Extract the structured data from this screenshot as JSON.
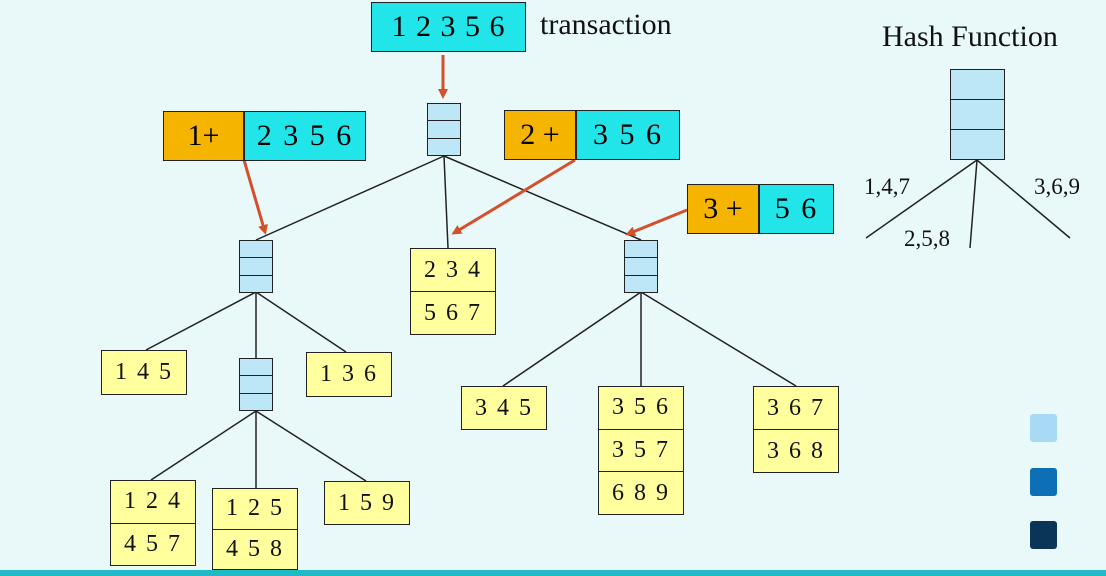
{
  "transaction": {
    "items": "1 2 3 5 6",
    "label": "transaction"
  },
  "hash_function": {
    "title": "Hash Function",
    "branches": {
      "left": "1,4,7",
      "middle": "2,5,8",
      "right": "3,6,9"
    }
  },
  "splits": [
    {
      "prefix": "1+",
      "suffix": "2 3 5 6"
    },
    {
      "prefix": "2 +",
      "suffix": "3 5 6"
    },
    {
      "prefix": "3 +",
      "suffix": "5 6"
    }
  ],
  "leaves": {
    "leaf_145": [
      "1 4 5"
    ],
    "leaf_136": [
      "1 3 6"
    ],
    "leaf_234_567": [
      "2 3 4",
      "5 6 7"
    ],
    "leaf_124_457": [
      "1 2 4",
      "4 5 7"
    ],
    "leaf_125_458": [
      "1 2 5",
      "4 5 8"
    ],
    "leaf_159": [
      "1 5 9"
    ],
    "leaf_345": [
      "3 4 5"
    ],
    "leaf_356_357_689": [
      "3 5 6",
      "3 5 7",
      "6 8 9"
    ],
    "leaf_367_368": [
      "3 6 7",
      "3 6 8"
    ]
  },
  "legend_colors": [
    "#a9daf5",
    "#0d6fb5",
    "#0b3558"
  ],
  "colors": {
    "background": "#e9f8f9",
    "transaction_fill": "#22e5ea",
    "prefix_fill": "#f5b400",
    "hash_node_fill": "#bde6f7",
    "leaf_fill": "#ffff9e",
    "arrow": "#d4502a"
  }
}
